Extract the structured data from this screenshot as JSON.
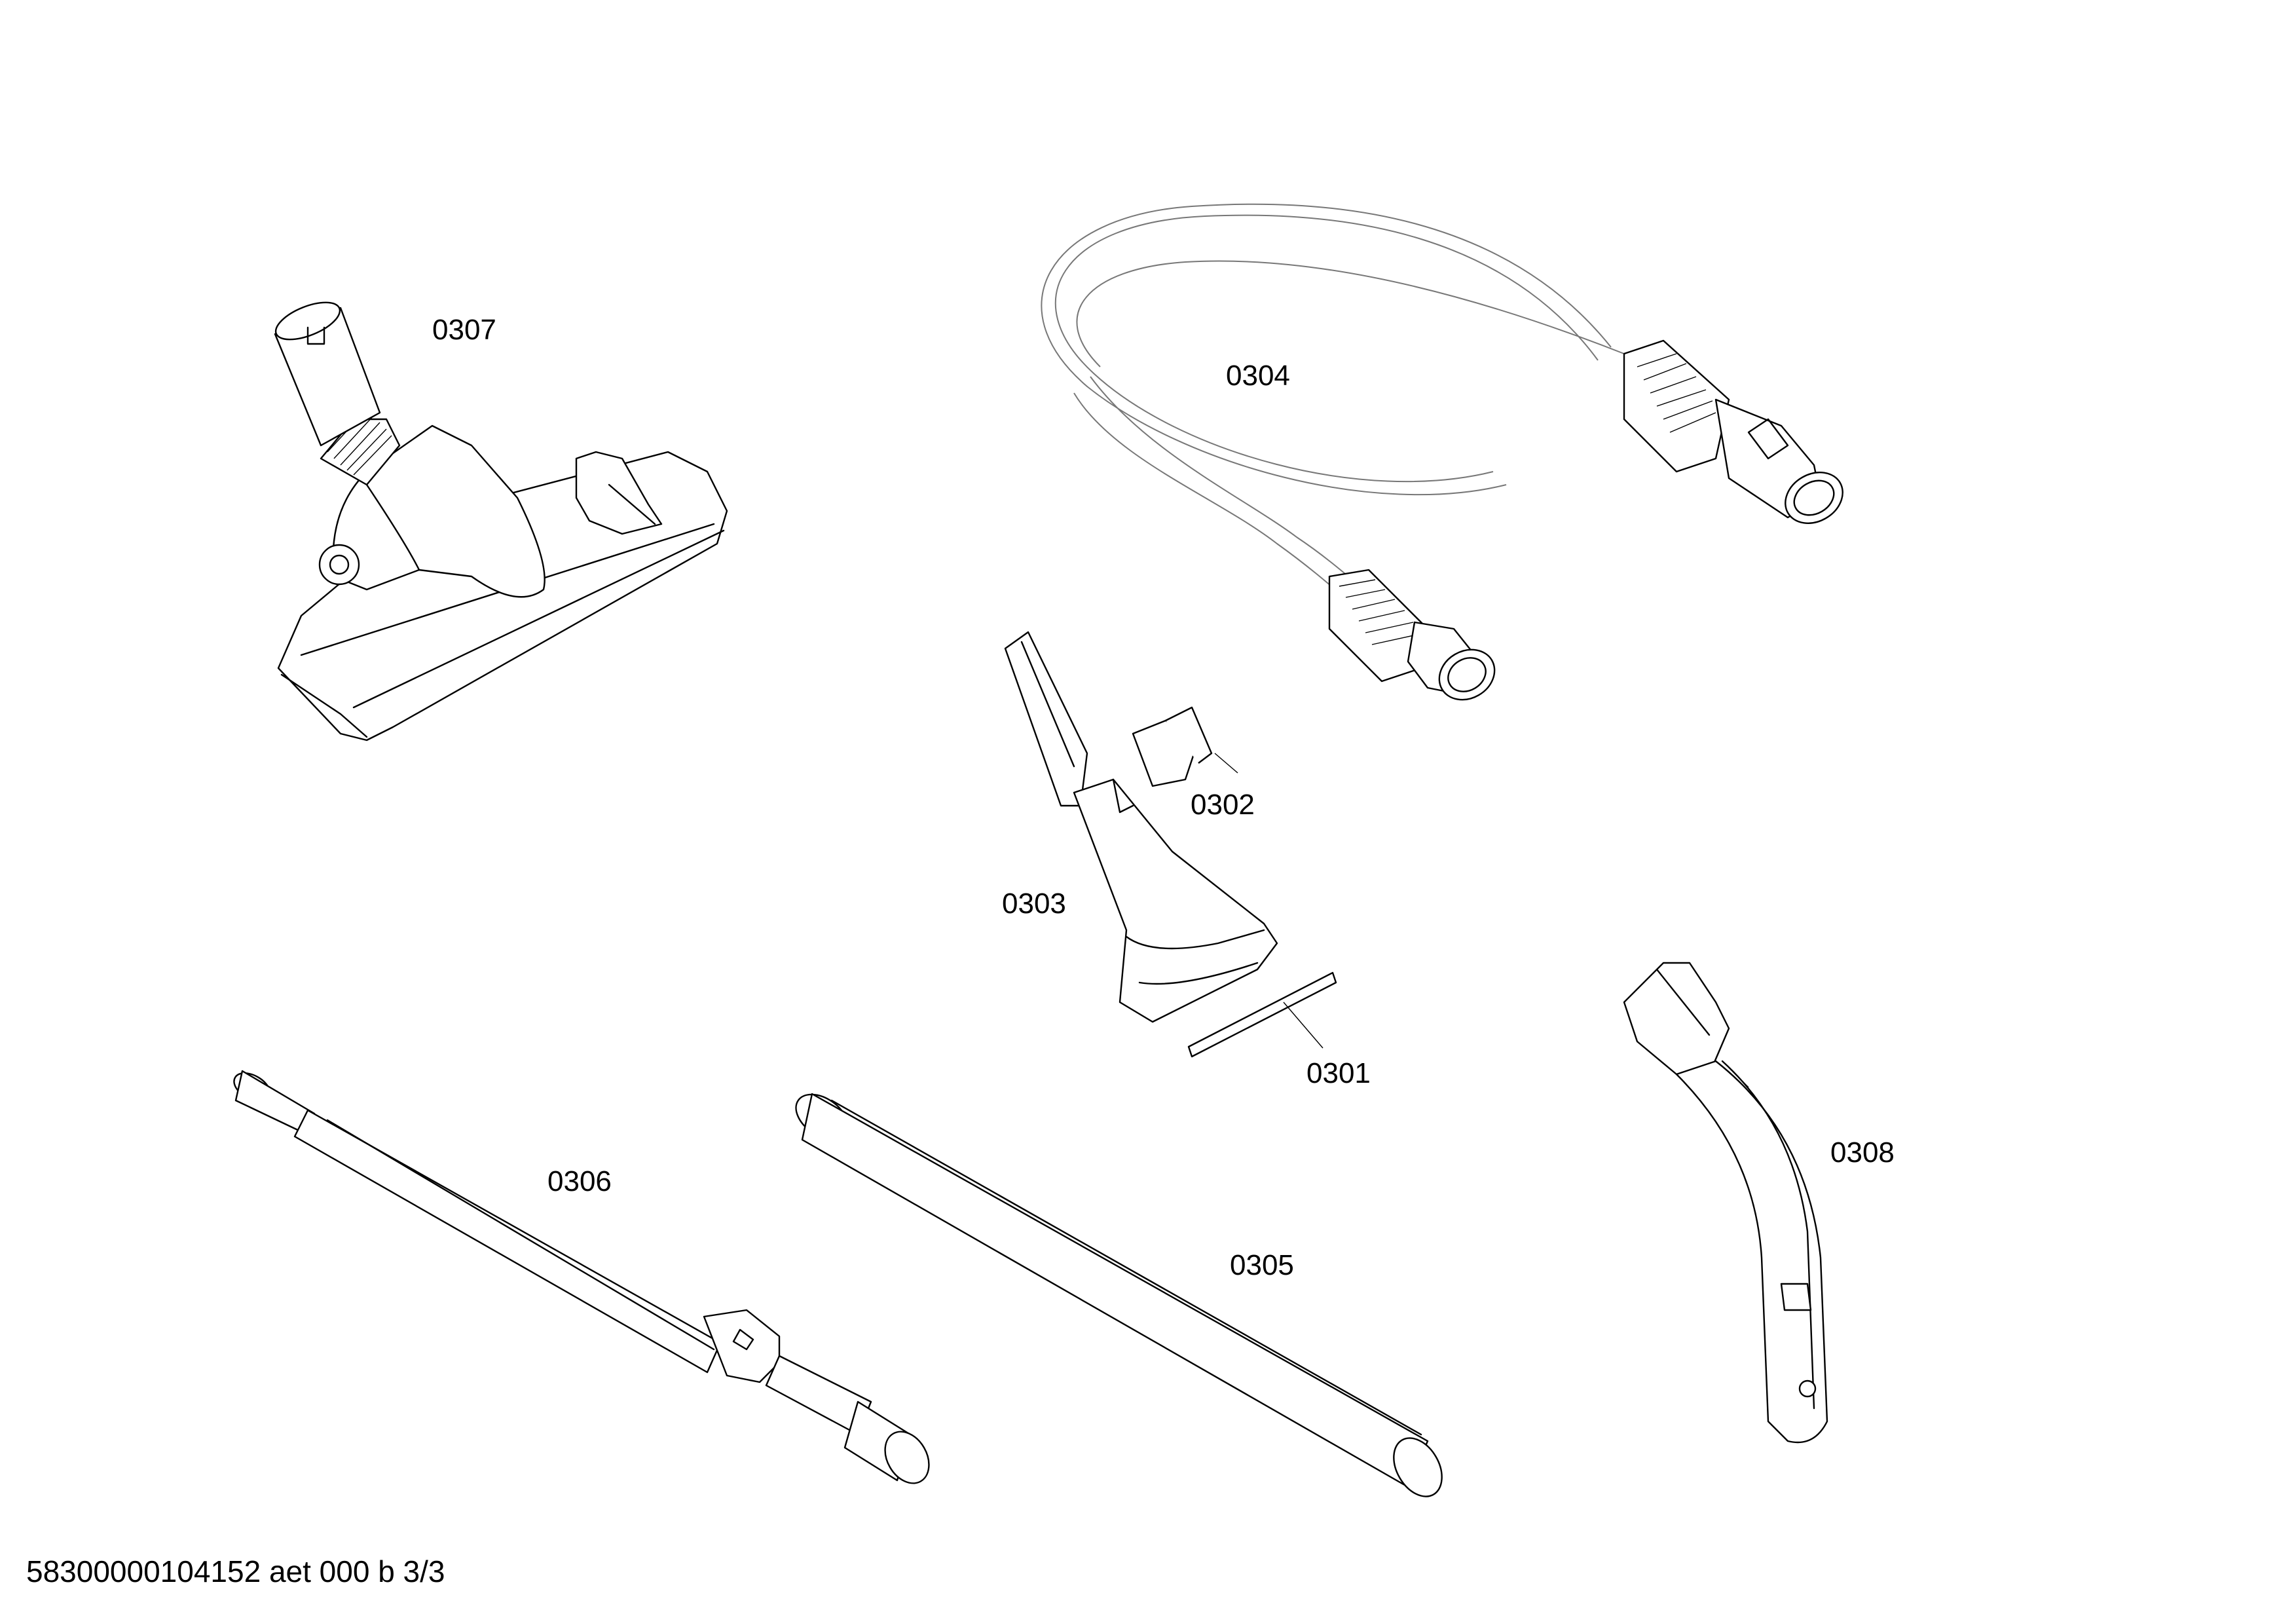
{
  "diagram": {
    "footer_code": "58300000104152 aet 000 b 3/3",
    "parts": {
      "p0301": "0301",
      "p0302": "0302",
      "p0303": "0303",
      "p0304": "0304",
      "p0305": "0305",
      "p0306": "0306",
      "p0307": "0307",
      "p0308": "0308"
    }
  },
  "colors": {
    "line": "#000000",
    "background": "#ffffff",
    "hose": "#777777"
  }
}
